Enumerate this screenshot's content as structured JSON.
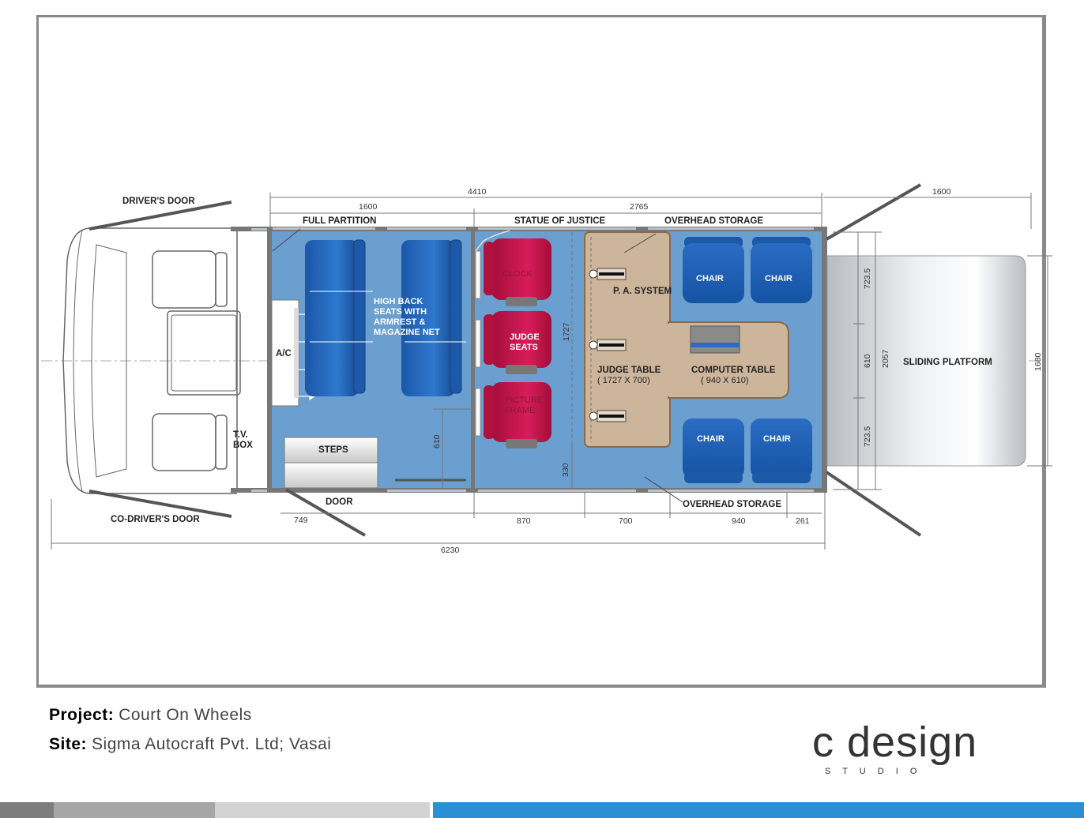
{
  "project": {
    "label": "Project:",
    "value": "Court On Wheels"
  },
  "site": {
    "label": "Site:",
    "value": "Sigma Autocraft Pvt. Ltd; Vasai"
  },
  "logo": {
    "main": "c design",
    "sub": "S T U D I O"
  },
  "labels": {
    "drivers_door": "DRIVER'S DOOR",
    "co_drivers_door": "CO-DRIVER'S DOOR",
    "full_partition": "FULL PARTITION",
    "statue_of_justice": "STATUE OF JUSTICE",
    "overhead_storage_top": "OVERHEAD STORAGE",
    "overhead_storage_bottom": "OVERHEAD STORAGE",
    "ac": "A/C",
    "tv_box_1": "T.V.",
    "tv_box_2": "BOX",
    "steps": "STEPS",
    "door": "DOOR",
    "high_back_1": "HIGH BACK",
    "high_back_2": "SEATS WITH",
    "high_back_3": "ARMREST &",
    "high_back_4": "MAGAZINE NET",
    "clock": "CLOCK",
    "judge_seats_1": "JUDGE",
    "judge_seats_2": "SEATS",
    "picture_frame_1": "PICTURE",
    "picture_frame_2": "FRAME",
    "pa_system": "P. A. SYSTEM",
    "judge_table": "JUDGE TABLE",
    "judge_table_dim": "( 1727 X 700)",
    "computer_table": "COMPUTER TABLE",
    "computer_table_dim": "( 940 X 610)",
    "chair_1": "CHAIR",
    "chair_2": "CHAIR",
    "chair_3": "CHAIR",
    "chair_4": "CHAIR",
    "sliding_platform": "SLIDING PLATFORM"
  },
  "dimensions": {
    "d4410": "4410",
    "d1600_a": "1600",
    "d2765": "2765",
    "d1600_b": "1600",
    "d723_top": "723.5",
    "d610_right": "610",
    "d723_bottom": "723.5",
    "d2057": "2057",
    "d1680": "1680",
    "d1727": "1727",
    "d610_mid": "610",
    "d330": "330",
    "d749": "749",
    "d870": "870",
    "d700": "700",
    "d940": "940",
    "d261": "261",
    "d6230": "6230"
  },
  "colors": {
    "floor": "#6b9fd0",
    "seat_blue": "#1e5fb4",
    "judge_red": "#c0144a",
    "table_tan": "#cdb59c",
    "wall_grey": "#8a8a8a",
    "accent_blue": "#2a8fd4"
  }
}
